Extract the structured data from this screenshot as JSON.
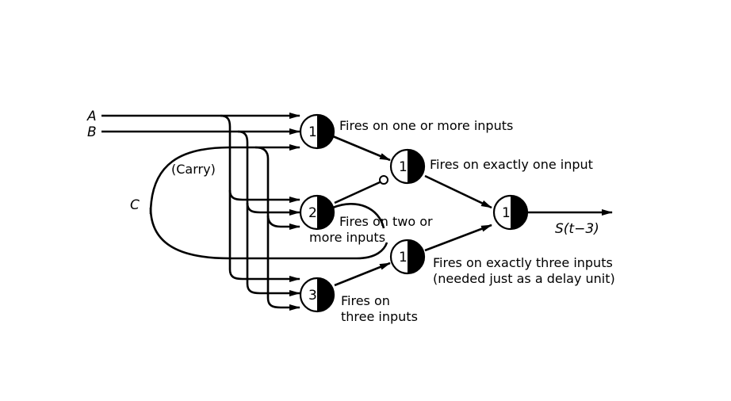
{
  "inputs": {
    "a": "A",
    "b": "B",
    "c": "C",
    "carry": "(Carry)"
  },
  "output": {
    "label": "S(t−3)"
  },
  "neurons": [
    {
      "id": "or",
      "threshold": "1",
      "label": [
        "Fires on one or more inputs"
      ]
    },
    {
      "id": "xor",
      "threshold": "1",
      "label": [
        "Fires on exactly one input"
      ]
    },
    {
      "id": "two",
      "threshold": "2",
      "label": [
        "Fires on two or",
        "more inputs"
      ]
    },
    {
      "id": "three",
      "threshold": "3",
      "label": [
        "Fires on",
        "three inputs"
      ]
    },
    {
      "id": "delay",
      "threshold": "1",
      "label": [
        "Fires on exactly three inputs",
        "(needed just as a delay unit)"
      ]
    },
    {
      "id": "out",
      "threshold": "1",
      "label": []
    }
  ],
  "colors": {
    "ink": "#000000",
    "paper": "#ffffff"
  }
}
